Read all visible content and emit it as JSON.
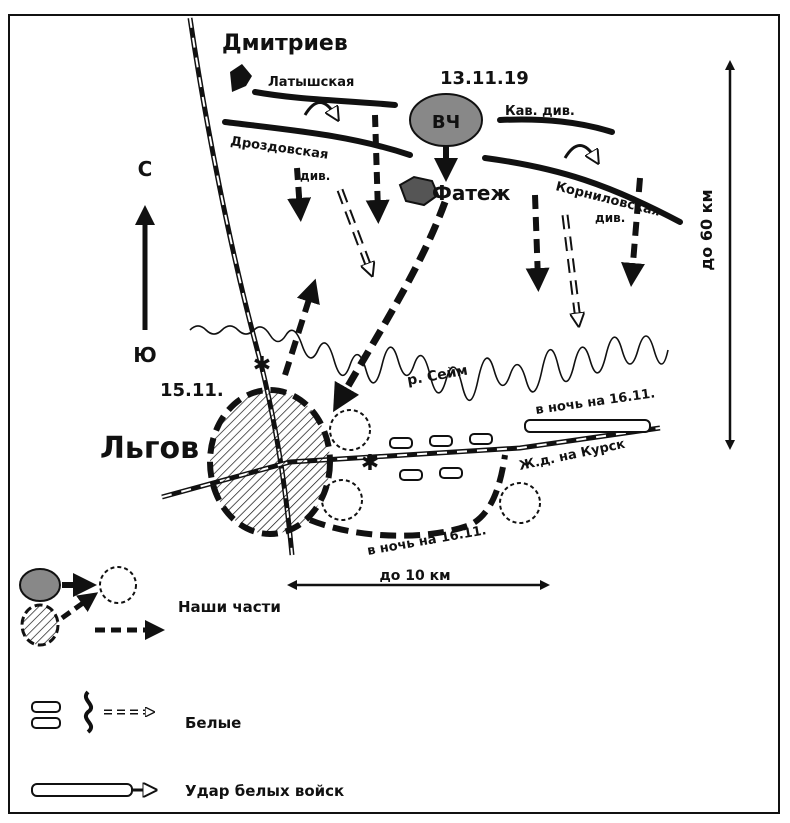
{
  "map": {
    "places": {
      "dmitriev": "Дмитриев",
      "fatezh": "Фатеж",
      "lgov": "Льгов",
      "seim": "р. Сейм"
    },
    "dates": {
      "fatezh_date": "13.11.19",
      "lgov_date": "15.11.",
      "night_east": "в ночь на 16.11.",
      "night_south": "в ночь на 16.11."
    },
    "units": {
      "latvian": "Латышская",
      "drozdov": "Дроздовская",
      "drozdov_abbr": "див.",
      "vch": "ВЧ",
      "cavalry": "Кав. див.",
      "kornilov": "Корниловская",
      "kornilov_abbr": "див."
    },
    "railway_label": "Ж.д. на Курск",
    "compass": {
      "north": "С",
      "south": "Ю"
    },
    "distances": {
      "vertical": "до 60 км",
      "horizontal": "до 10 км"
    },
    "legend": {
      "ours": "Наши части",
      "whites": "Белые",
      "white_strike": "Удар белых войск"
    }
  }
}
